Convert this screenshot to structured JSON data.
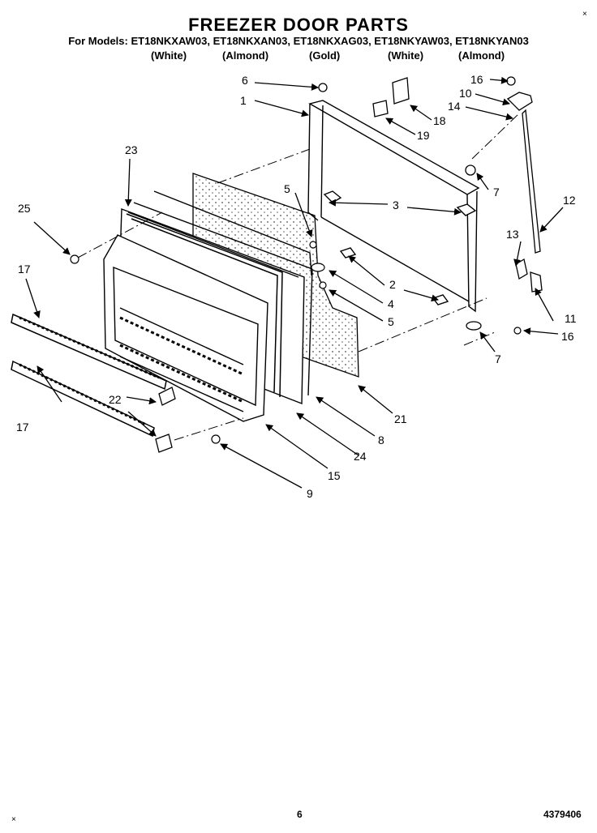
{
  "title": "FREEZER DOOR PARTS",
  "models_line": "For Models: ET18NKXAW03, ET18NKXAN03, ET18NKXAG03, ET18NKYAW03, ET18NKYAN03",
  "colors": [
    "(White)",
    "(Almond)",
    "(Gold)",
    "(White)",
    "(Almond)"
  ],
  "callouts": [
    "1",
    "2",
    "3",
    "4",
    "5",
    "5",
    "6",
    "7",
    "7",
    "8",
    "9",
    "10",
    "11",
    "12",
    "13",
    "14",
    "15",
    "16",
    "16",
    "17",
    "17",
    "18",
    "19",
    "21",
    "22",
    "23",
    "24",
    "25"
  ],
  "footer": {
    "page": "6",
    "doc_number": "4379406"
  },
  "marks": {
    "top_right": "×",
    "bottom_left": "×"
  }
}
